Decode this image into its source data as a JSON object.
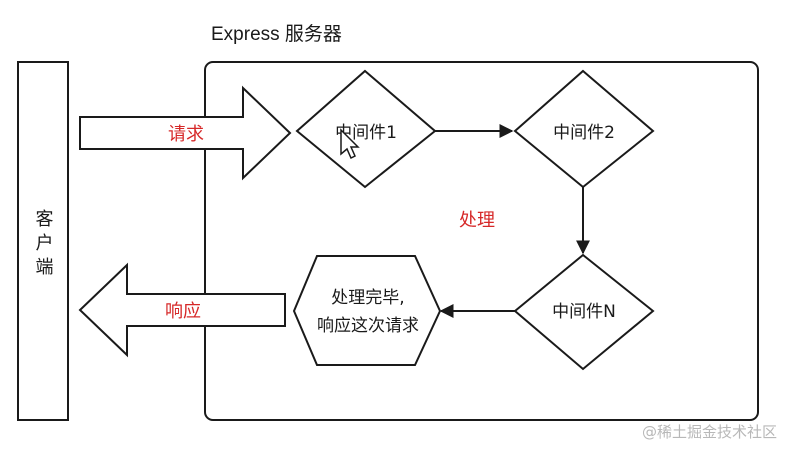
{
  "diagram": {
    "server_title": "Express 服务器",
    "client_label": "客户端",
    "request_label": "请求",
    "response_label": "响应",
    "process_label": "处理",
    "nodes": {
      "mw1": "中间件1",
      "mw2": "中间件2",
      "mwN": "中间件N",
      "done_line1": "处理完毕,",
      "done_line2": "响应这次请求"
    }
  },
  "watermark": "@稀土掘金技术社区",
  "colors": {
    "accent_red": "#d62828",
    "stroke": "#1a1a1a",
    "background": "#ffffff"
  }
}
